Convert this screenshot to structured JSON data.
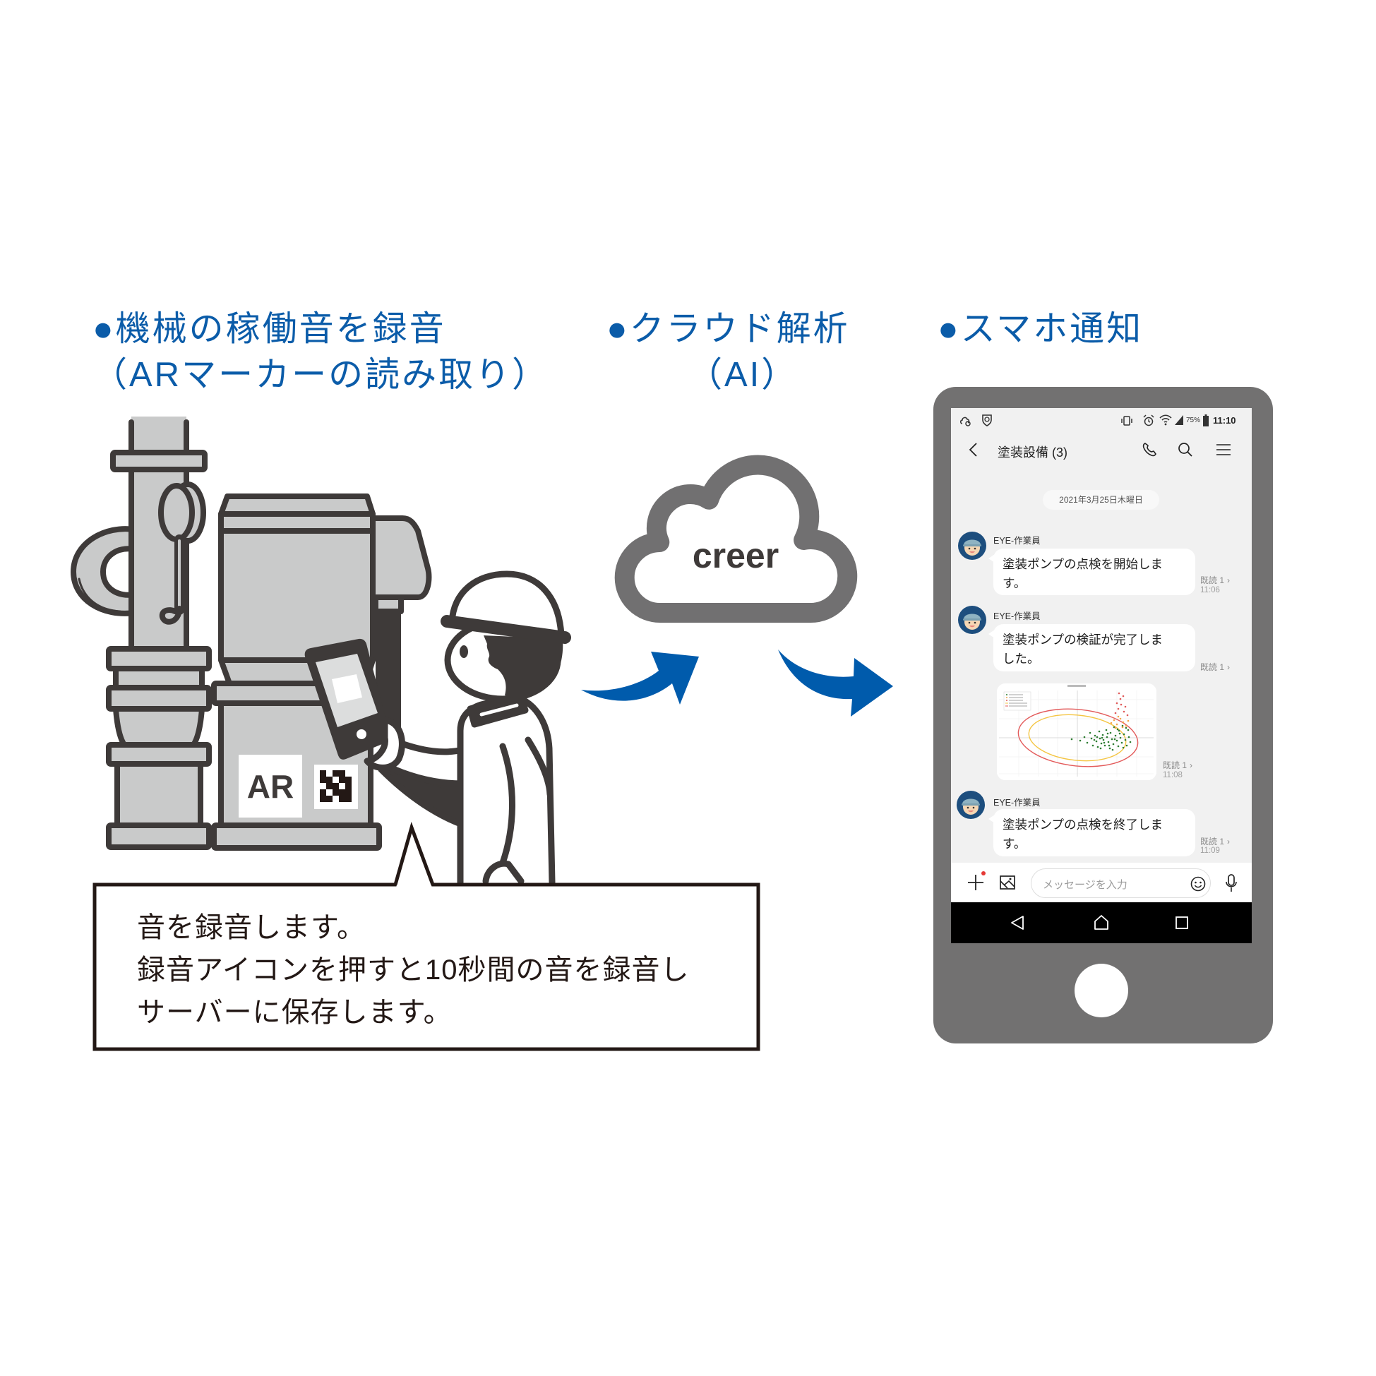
{
  "diagram": {
    "steps": [
      {
        "title": "●機械の稼働音を録音",
        "subtitle": "（ARマーカーの読み取り）"
      },
      {
        "title": "●クラウド解析",
        "subtitle": "（AI）"
      },
      {
        "title": "●スマホ通知"
      }
    ],
    "machine": {
      "ar_label": "AR",
      "marker_icon": "ar-marker-icon"
    },
    "speech_bubble": {
      "lines": [
        "音を録音します。",
        "録音アイコンを押すと10秒間の音を録音し",
        "サーバーに保存します。"
      ]
    },
    "cloud": {
      "label": "creer",
      "icon": "cloud-icon"
    },
    "arrows": [
      "curved-arrow-up-right-icon",
      "curved-arrow-down-right-icon"
    ]
  },
  "phone": {
    "status_bar": {
      "left_icons": [
        "cloud-gear-icon",
        "shield-icon"
      ],
      "right_icons": [
        "vibrate-icon",
        "alarm-icon",
        "wifi-icon",
        "signal-icon",
        "battery-icon"
      ],
      "battery": "75%",
      "time": "11:10"
    },
    "header": {
      "back_icon": "chevron-left-icon",
      "title": "塗装設備 (3)",
      "icons": [
        "phone-icon",
        "search-icon",
        "menu-icon"
      ]
    },
    "date_separator": "2021年3月25日木曜日",
    "messages": [
      {
        "sender": "EYE-作業員",
        "lines": [
          "塗装ポンプの点検を開始しま",
          "す。"
        ],
        "read": "既読 1",
        "time": "11:06"
      },
      {
        "sender": "EYE-作業員",
        "lines": [
          "塗装ポンプの検証が完了しま",
          "した。"
        ],
        "read": "既読 1"
      },
      {
        "type": "image",
        "read": "既読 1",
        "time": "11:08"
      },
      {
        "sender": "EYE-作業員",
        "lines": [
          "塗装ポンプの点検を終了しま",
          "す。"
        ],
        "read": "既読 1",
        "time": "11:09"
      }
    ],
    "input": {
      "placeholder": "メッセージを入力",
      "icons": [
        "plus-icon",
        "image-icon",
        "emoji-icon",
        "mic-icon"
      ]
    },
    "nav_bar": {
      "icons": [
        "back-icon",
        "home-icon",
        "recents-icon"
      ]
    }
  },
  "colors": {
    "accent_blue": "#005bac",
    "title_blue": "#0b5ca9",
    "phone_frame": "#727171",
    "cloud_outline": "#717071",
    "machine_fill": "#c9caca",
    "outline": "#3e3a39",
    "chat_background": "#f1f1f1"
  },
  "chart_data": {
    "type": "scatter",
    "title": "",
    "xlabel": "",
    "ylabel": "",
    "units": "px",
    "axes": {
      "x0": 114,
      "y0": 77
    },
    "xticks_count": 8,
    "grid": true,
    "legend_position": "upper-left",
    "legend": [
      {
        "marker": "point",
        "color": "#2e7d32"
      },
      {
        "marker": "point",
        "color": "#f5a54a"
      },
      {
        "marker": "point",
        "color": "#e05a5a"
      },
      {
        "marker": "line",
        "color": "#f4c542"
      },
      {
        "marker": "line",
        "color": "#e35b5b"
      }
    ],
    "series": [
      {
        "color": "#2e7d32",
        "points": [
          [
            106,
            79
          ],
          [
            118,
            81
          ],
          [
            124,
            76
          ],
          [
            128,
            84
          ],
          [
            132,
            70
          ],
          [
            134,
            78
          ],
          [
            136,
            88
          ],
          [
            139,
            74
          ],
          [
            141,
            82
          ],
          [
            143,
            90
          ],
          [
            145,
            68
          ],
          [
            146,
            78
          ],
          [
            148,
            85
          ],
          [
            150,
            73
          ],
          [
            151,
            80
          ],
          [
            153,
            88
          ],
          [
            155,
            66
          ],
          [
            156,
            76
          ],
          [
            158,
            83
          ],
          [
            160,
            92
          ],
          [
            161,
            70
          ],
          [
            163,
            79
          ],
          [
            165,
            86
          ],
          [
            166,
            62
          ],
          [
            168,
            74
          ],
          [
            170,
            81
          ],
          [
            172,
            89
          ],
          [
            173,
            67
          ],
          [
            175,
            77
          ],
          [
            177,
            84
          ],
          [
            178,
            60
          ],
          [
            180,
            72
          ],
          [
            182,
            80
          ],
          [
            184,
            88
          ],
          [
            186,
            66
          ],
          [
            187,
            76
          ],
          [
            189,
            83
          ],
          [
            142,
            76
          ],
          [
            147,
            92
          ],
          [
            157,
            71
          ],
          [
            164,
            94
          ],
          [
            171,
            65
          ],
          [
            179,
            91
          ],
          [
            183,
            63
          ],
          [
            152,
            84
          ],
          [
            138,
            80
          ],
          [
            149,
            77
          ],
          [
            159,
            88
          ],
          [
            167,
            79
          ],
          [
            174,
            71
          ]
        ]
      },
      {
        "color": "#f5a54a",
        "points": [
          [
            162,
            56
          ],
          [
            166,
            52
          ],
          [
            170,
            58
          ],
          [
            175,
            50
          ],
          [
            179,
            55
          ],
          [
            183,
            60
          ],
          [
            186,
            53
          ],
          [
            172,
            47
          ],
          [
            178,
            62
          ],
          [
            168,
            63
          ]
        ]
      },
      {
        "color": "#e05a5a",
        "points": [
          [
            168,
            42
          ],
          [
            172,
            36
          ],
          [
            176,
            30
          ],
          [
            180,
            40
          ],
          [
            175,
            22
          ],
          [
            179,
            18
          ],
          [
            182,
            33
          ],
          [
            170,
            28
          ],
          [
            185,
            45
          ],
          [
            173,
            14
          ]
        ]
      }
    ],
    "boundaries": [
      {
        "color": "#f4c542",
        "cx": 114,
        "cy": 77,
        "rx": 69,
        "ry": 32,
        "rotate": 6
      },
      {
        "color": "#e35b5b",
        "cx": 115,
        "cy": 77,
        "rx": 85,
        "ry": 40,
        "rotate": 6
      }
    ]
  }
}
